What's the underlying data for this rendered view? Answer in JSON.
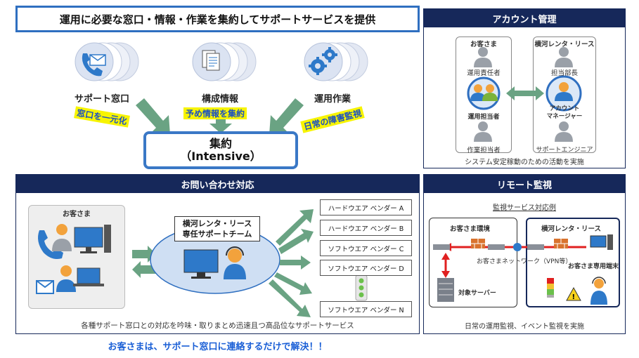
{
  "title": "運用に必要な窓口・情報・作業を集約してサポートサービスを提供",
  "top": {
    "items": [
      {
        "label": "サポート窓口",
        "highlight": "窓口を一元化"
      },
      {
        "label": "構成情報",
        "highlight": "予め情報を集約"
      },
      {
        "label": "運用作業",
        "highlight": "日常の障害監視"
      }
    ],
    "intensive_jp": "集約",
    "intensive_en": "（Intensive）"
  },
  "account": {
    "header": "アカウント管理",
    "customer_title": "お客さま",
    "customer_roles": [
      "運用責任者",
      "運用担当者",
      "作業担当者"
    ],
    "vendor_title": "横河レンタ・リース",
    "vendor_roles": [
      "担当部長",
      "アカウント\nマネージャー",
      "サポートエンジニア"
    ],
    "caption": "システム安定稼動のための活動を実施"
  },
  "inquiry": {
    "header": "お問い合わせ対応",
    "customer_title": "お客さま",
    "team_line1": "横河レンタ・リース",
    "team_line2": "専任サポートチーム",
    "vendors": [
      "ハードウエア ベンダー A",
      "ハードウエア ベンダー B",
      "ソフトウエア ベンダー C",
      "ソフトウエア ベンダー D",
      "ソフトウエア ベンダー N"
    ],
    "caption": "各種サポート窓口との対応を吟味・取りまとめ迅速且つ高品位なサポートサービス"
  },
  "remote": {
    "header": "リモート監視",
    "subtitle": "監視サービス対応例",
    "env_title": "お客さま環境",
    "vendor_title": "横河レンタ・リース",
    "network": "お客さまネットワーク（VPN等）",
    "terminal": "お客さま専用端末",
    "server": "対象サーバー",
    "caption": "日常の運用監視、イベント監視を実施"
  },
  "footer": "お客さまは、サポート窓口に連絡するだけで解決！！",
  "colors": {
    "navy": "#16285a",
    "blue": "#2f6fc0",
    "arrow_green": "#6aa383",
    "highlight": "#f7f400",
    "footer_blue": "#1a5fd6"
  }
}
